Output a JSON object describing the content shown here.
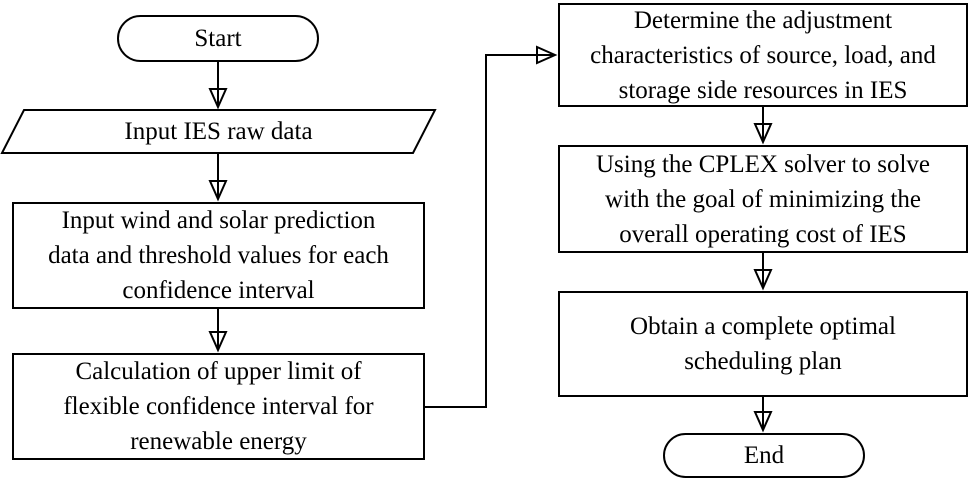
{
  "colors": {
    "background": "#ffffff",
    "line": "#000000",
    "node_fill": "#ffffff",
    "text": "#000000"
  },
  "nodes": {
    "start": {
      "shape": "terminator",
      "label": [
        "Start"
      ]
    },
    "input_raw_data": {
      "shape": "data-parallelogram",
      "label": [
        "Input IES raw data"
      ]
    },
    "input_prediction": {
      "shape": "process",
      "label": [
        "Input wind and solar prediction",
        "data and threshold values for each",
        "confidence interval"
      ]
    },
    "calc_upper_limit": {
      "shape": "process",
      "label": [
        "Calculation of upper limit of",
        "flexible confidence interval for",
        "renewable energy"
      ]
    },
    "determine_adjustment": {
      "shape": "process",
      "label": [
        "Determine the adjustment",
        "characteristics of source, load, and",
        "storage side resources in IES"
      ]
    },
    "cplex_solve": {
      "shape": "process",
      "label": [
        "Using the CPLEX solver to solve",
        "with the goal of minimizing the",
        "overall operating cost of IES"
      ]
    },
    "obtain_plan": {
      "shape": "process",
      "label": [
        "Obtain a complete optimal",
        "scheduling plan"
      ]
    },
    "end": {
      "shape": "terminator",
      "label": [
        "End"
      ]
    }
  },
  "edges": [
    {
      "from": "start",
      "to": "input_raw_data"
    },
    {
      "from": "input_raw_data",
      "to": "input_prediction"
    },
    {
      "from": "input_prediction",
      "to": "calc_upper_limit"
    },
    {
      "from": "calc_upper_limit",
      "to": "determine_adjustment"
    },
    {
      "from": "determine_adjustment",
      "to": "cplex_solve"
    },
    {
      "from": "cplex_solve",
      "to": "obtain_plan"
    },
    {
      "from": "obtain_plan",
      "to": "end"
    }
  ]
}
